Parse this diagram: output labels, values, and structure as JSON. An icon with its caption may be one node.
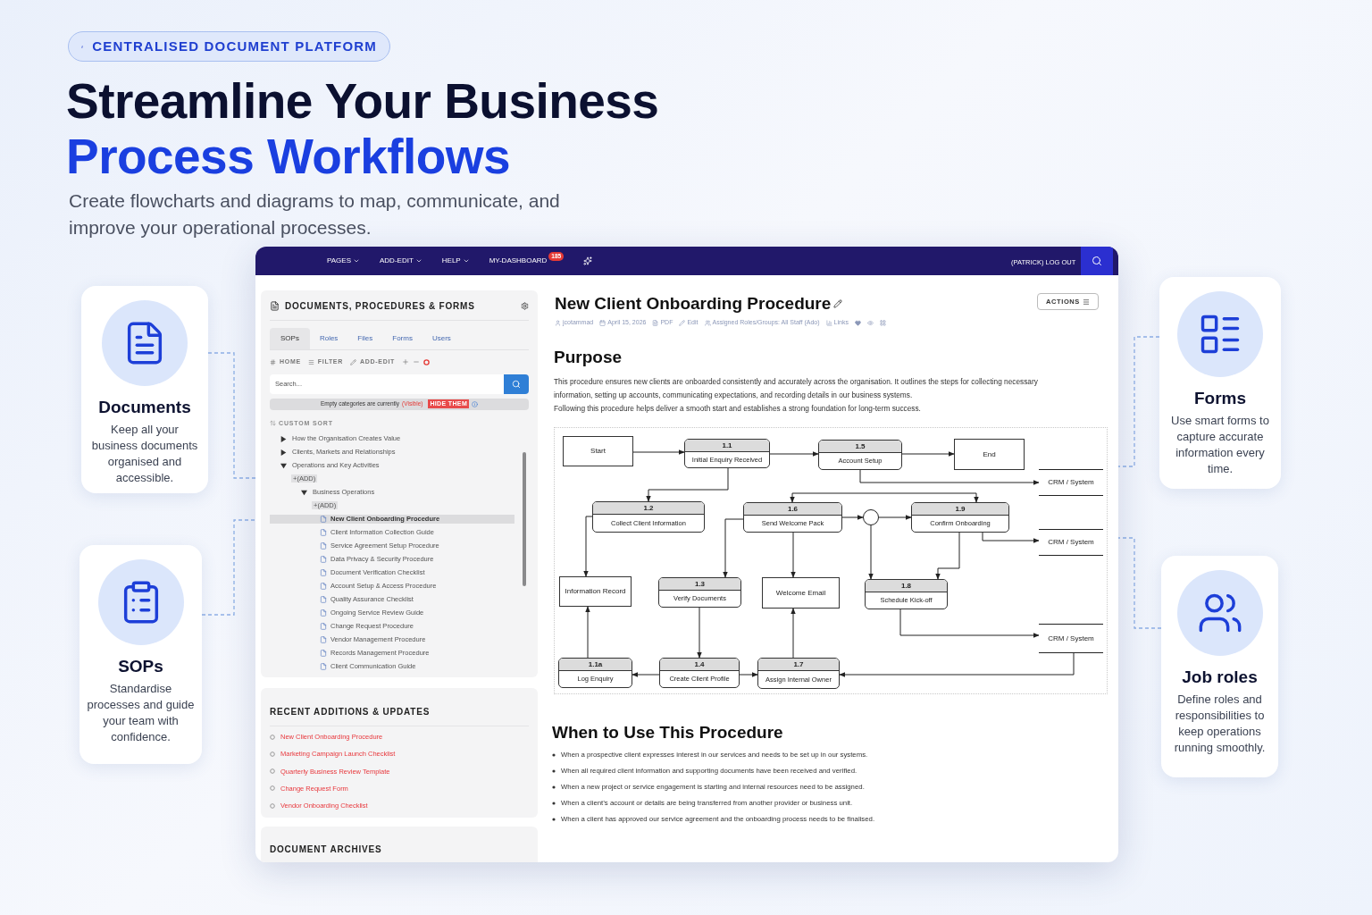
{
  "diagram": {
    "title": "Streamline Your Business",
    "nodes": [
      {
        "text": [
          "Documents",
          "Keep all your business documents organised and accessible."
        ]
      },
      {
        "text": [
          "SOPs",
          "Standardise processes and guide your team with confidence."
        ]
      },
      {
        "text": [
          "Forms",
          "Use smart forms to capture accurate information every time."
        ]
      },
      {
        "text": [
          "Job roles",
          "Define roles and responsibilities to keep operations running smoothly."
        ]
      },
      {
        "text": [],
        "shape": "box"
      },
      {
        "text": [
          "Start"
        ],
        "in": 4
      },
      {
        "text": [
          "1.1",
          "Initial Enquiry Received"
        ],
        "in": 4
      },
      {
        "text": [
          "1.5",
          "Account Setup"
        ],
        "in": 4
      },
      {
        "text": [
          "End"
        ],
        "in": 4
      },
      {
        "text": [
          "CRM / System"
        ],
        "in": 4
      },
      {
        "text": [
          "1.2",
          "Collect Client Information"
        ],
        "in": 4
      },
      {
        "text": [
          "1.6",
          "Send Welcome Pack"
        ],
        "in": 4
      },
      {
        "text": [],
        "shape": "circle",
        "in": 4
      },
      {
        "text": [
          "1.9",
          "Confirm Onboarding"
        ],
        "in": 4
      },
      {
        "text": [
          "CRM / System"
        ],
        "in": 4
      },
      {
        "text": [
          "Information Record"
        ],
        "in": 4
      },
      {
        "text": [
          "1.3",
          "Verify Documents"
        ],
        "in": 4
      },
      {
        "text": [
          "Welcome Email"
        ],
        "in": 4
      },
      {
        "text": [
          "1.8",
          "Schedule Kick-off"
        ],
        "in": 4
      },
      {
        "text": [
          "CRM / System"
        ],
        "in": 4
      },
      {
        "text": [
          "1.1a",
          "Log Enquiry"
        ],
        "in": 4
      },
      {
        "text": [
          "1.4",
          "Create Client Profile"
        ],
        "in": 4
      },
      {
        "text": [
          "1.7",
          "Assign Internal Owner"
        ],
        "in": 4
      }
    ],
    "edges": [
      {
        "from": 0,
        "to": 4,
        "arrow": "none",
        "style": "dashed",
        "color": "#8fb0e6"
      },
      {
        "from": 1,
        "to": 4,
        "arrow": "none",
        "style": "dashed",
        "color": "#8fb0e6"
      },
      {
        "from": 2,
        "to": 4,
        "arrow": "none",
        "style": "dashed",
        "color": "#8fb0e6"
      },
      {
        "from": 3,
        "to": 4,
        "arrow": "none",
        "style": "dashed",
        "color": "#8fb0e6"
      },
      {
        "from": 5,
        "to": 6,
        "arrow": "to"
      },
      {
        "from": 6,
        "to": 7,
        "arrow": "to"
      },
      {
        "from": 7,
        "to": 8,
        "arrow": "to"
      },
      {
        "from": 7,
        "to": 9,
        "arrow": "to"
      },
      {
        "from": 6,
        "to": 10,
        "arrow": "to"
      },
      {
        "from": 11,
        "to": 13,
        "arrow": "both"
      },
      {
        "from": 11,
        "to": 12,
        "arrow": "to"
      },
      {
        "from": 12,
        "to": 13,
        "arrow": "to"
      },
      {
        "from": 13,
        "to": 14,
        "arrow": "to"
      },
      {
        "from": 10,
        "to": 15,
        "arrow": "to"
      },
      {
        "from": 11,
        "to": 16,
        "arrow": "to"
      },
      {
        "from": 11,
        "to": 17,
        "arrow": "to"
      },
      {
        "from": 12,
        "to": 18,
        "arrow": "to"
      },
      {
        "from": 13,
        "to": 18,
        "arrow": "to"
      },
      {
        "from": 18,
        "to": 19,
        "arrow": "to"
      },
      {
        "from": 16,
        "to": 21,
        "arrow": "to"
      },
      {
        "from": 22,
        "to": 17,
        "arrow": "to"
      },
      {
        "from": 20,
        "to": 15,
        "arrow": "to"
      },
      {
        "from": 21,
        "to": 20,
        "arrow": "to"
      },
      {
        "from": 21,
        "to": 22,
        "arrow": "to"
      },
      {
        "from": 19,
        "to": 22,
        "arrow": "to"
      }
    ],
    "labels": [
      "CENTRALISED DOCUMENT PLATFORM",
      "Process Workflows",
      "Create flowcharts and diagrams to map, communicate, and improve your operational processes.",
      "PAGES",
      "ADD-EDIT",
      "HELP",
      "MY-DASHBOARD",
      "185",
      "(PATRICK) LOG OUT",
      "DOCUMENTS, PROCEDURES & FORMS",
      "SOPs",
      "Roles",
      "Files",
      "Forms",
      "Users",
      "HOME",
      "FILTER",
      "ADD-EDIT",
      "Search...",
      "Empty categories are currently",
      "(Visible)",
      "HIDE THEM",
      "CUSTOM SORT",
      "How the Organisation Creates Value",
      "Clients, Markets and Relationships",
      "Operations and Key Activities",
      "+(ADD)",
      "Business Operations",
      "+(ADD)",
      "New Client Onboarding Procedure",
      "Client Information Collection Guide",
      "Service Agreement Setup Procedure",
      "Data Privacy & Security Procedure",
      "Document Verification Checklist",
      "Account Setup & Access Procedure",
      "Quality Assurance Checklist",
      "Ongoing Service Review Guide",
      "Change Request Procedure",
      "Vendor Management Procedure",
      "Records Management Procedure",
      "Client Communication Guide",
      "RECENT ADDITIONS & UPDATES",
      "New Client Onboarding Procedure",
      "Marketing Campaign Launch Checklist",
      "Quarterly Business Review Template",
      "Change Request Form",
      "Vendor Onboarding Checklist",
      "DOCUMENT ARCHIVES",
      "New Client Onboarding Procedure",
      "ACTIONS",
      "jcotammad",
      "April 15, 2026",
      "PDF",
      "Edit",
      "Assigned Roles/Groups: All Staff (Ado)",
      "Links",
      "Purpose",
      "This procedure ensures new clients are onboarded consistently and accurately across the organisation. It outlines the steps for collecting necessary information, setting up accounts, communicating expectations, and recording details in our business systems.",
      "Following this procedure helps deliver a smooth start and establishes a strong foundation for long-term success.",
      "When to Use This Procedure",
      "When a prospective client expresses interest in our services and needs to be set up in our systems.",
      "When all required client information and supporting documents have been received and verified.",
      "When a new project or service engagement is starting and internal resources need to be assigned.",
      "When a client’s account or details are being transferred from another provider or business unit.",
      "When a client has approved our service agreement and the onboarding process needs to be finalised."
    ]
  }
}
